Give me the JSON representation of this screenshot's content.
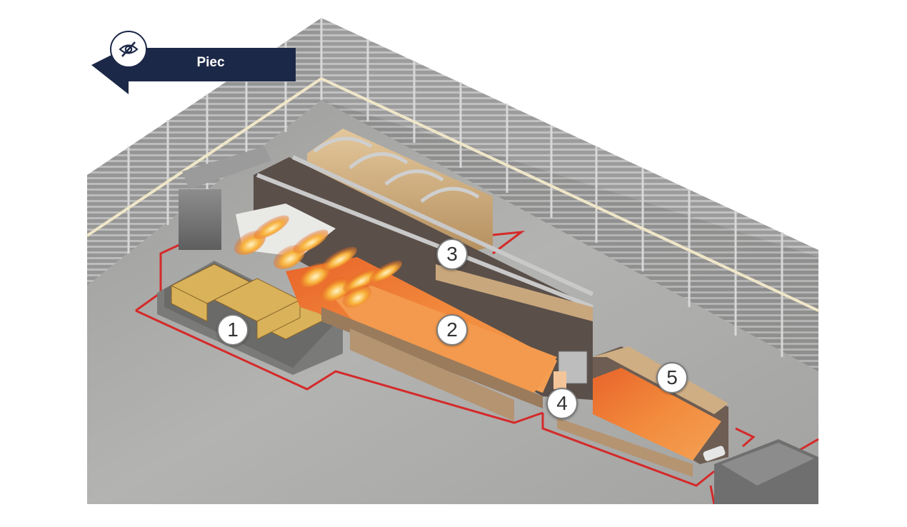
{
  "header": {
    "back_label": "Piec",
    "visibility_icon": "eye-slash-icon"
  },
  "markers": [
    {
      "label": "1"
    },
    {
      "label": "2"
    },
    {
      "label": "3"
    },
    {
      "label": "4"
    },
    {
      "label": "5"
    }
  ],
  "colors": {
    "banner": "#1c2847",
    "molten_glass": "#f08a3a",
    "safety_line": "#d42a2a",
    "floor": "#a9a9a7",
    "flame": "#f2a02a"
  }
}
